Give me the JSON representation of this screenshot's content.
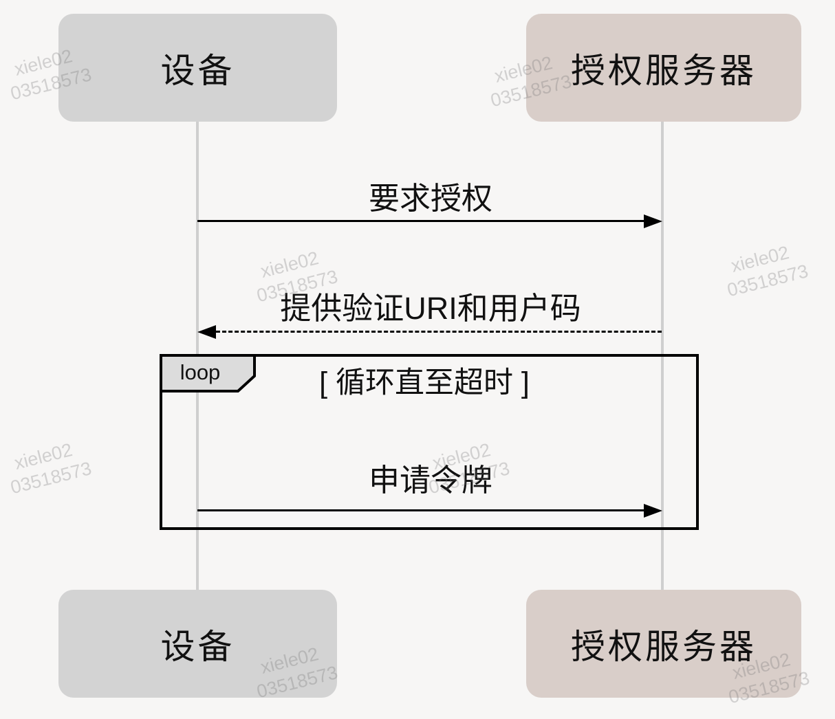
{
  "diagram": {
    "actors": {
      "device": "设备",
      "auth_server": "授权服务器"
    },
    "messages": {
      "request_auth": "要求授权",
      "provide_uri": "提供验证URI和用户码",
      "request_token": "申请令牌"
    },
    "loop": {
      "label": "loop",
      "condition": "[ 循环直至超时 ]"
    },
    "colors": {
      "device_box": "#d3d3d3",
      "server_box": "#d9cec9",
      "background": "#f7f6f5",
      "arrow": "#000000",
      "lifeline": "#cfcfcf"
    }
  },
  "watermark": {
    "line1": "xiele02",
    "line2": "03518573"
  }
}
